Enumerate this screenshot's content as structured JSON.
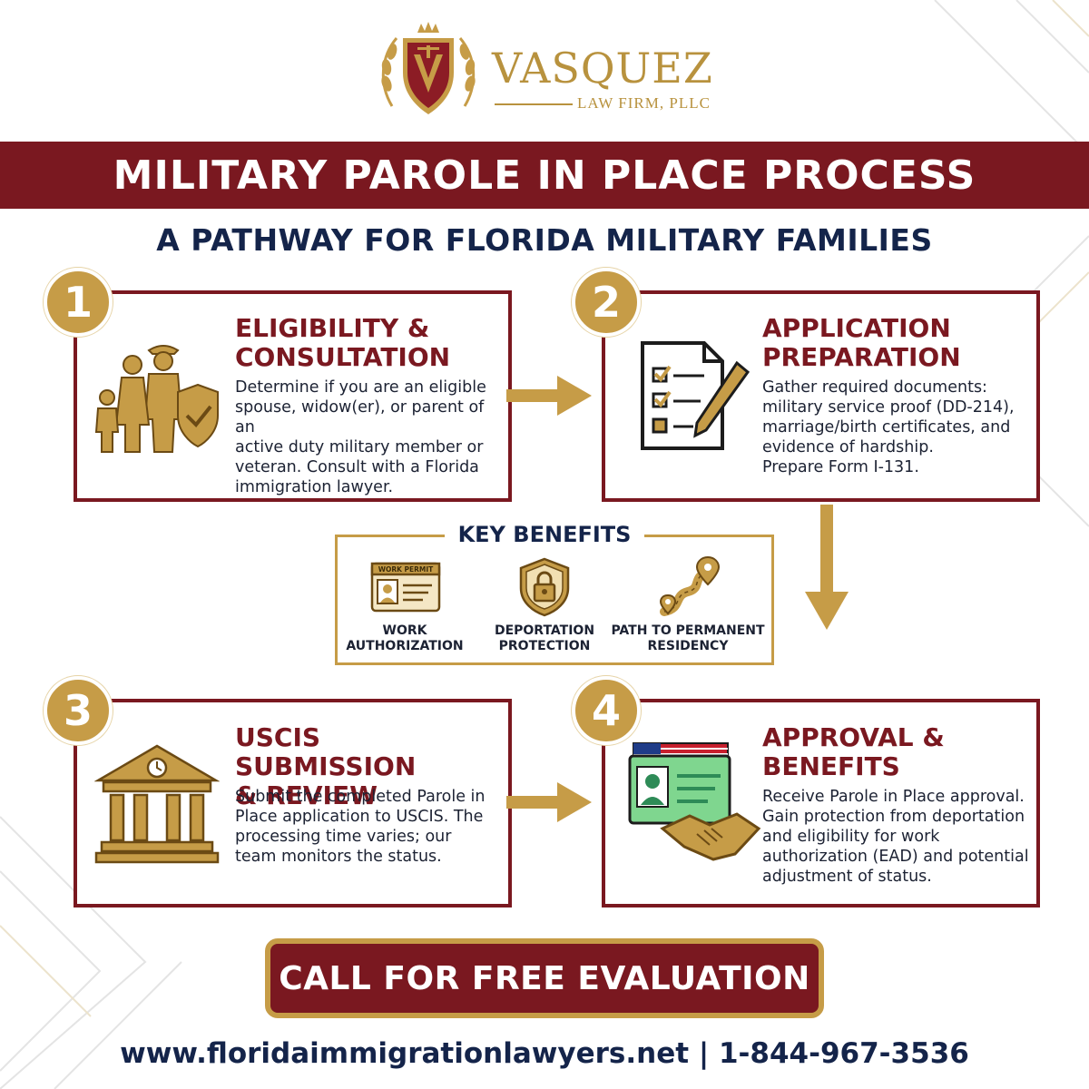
{
  "brand": {
    "name": "VASQUEZ",
    "subtitle": "LAW FIRM, PLLC"
  },
  "header": {
    "title": "MILITARY PAROLE IN PLACE PROCESS",
    "subtitle": "A PATHWAY FOR FLORIDA MILITARY FAMILIES"
  },
  "steps": [
    {
      "number": "1",
      "title_line1": "ELIGIBILITY &",
      "title_line2": "CONSULTATION",
      "lines": [
        "Determine if you are an eligible",
        "spouse, widow(er), or parent of an",
        "active duty military member or",
        "veteran. Consult with a Florida",
        "immigration lawyer."
      ],
      "icon": "family-shield-icon"
    },
    {
      "number": "2",
      "title_line1": "APPLICATION",
      "title_line2": "PREPARATION",
      "lines": [
        "Gather required documents:",
        "military service proof (DD-214),",
        "marriage/birth certificates, and",
        "evidence of hardship.",
        "Prepare Form I-131."
      ],
      "icon": "checklist-pen-icon"
    },
    {
      "number": "3",
      "title_line1": "USCIS SUBMISSION",
      "title_line2": "& REVIEW",
      "lines": [
        "Submit the completed Parole in",
        "Place application to USCIS. The",
        "processing time varies; our",
        "team monitors the status."
      ],
      "icon": "government-building-icon"
    },
    {
      "number": "4",
      "title_line1": "APPROVAL &",
      "title_line2": "BENEFITS",
      "lines": [
        "Receive Parole in Place approval.",
        "Gain protection from deportation",
        "and eligibility for work",
        "authorization (EAD) and potential",
        "adjustment of status."
      ],
      "icon": "id-card-handshake-icon"
    }
  ],
  "benefits": {
    "title": "KEY BENEFITS",
    "card_text": "WORK PERMIT",
    "items": [
      {
        "line1": "WORK",
        "line2": "AUTHORIZATION",
        "icon": "work-permit-icon"
      },
      {
        "line1": "DEPORTATION",
        "line2": "PROTECTION",
        "icon": "lock-shield-icon"
      },
      {
        "line1": "PATH TO PERMANENT",
        "line2": "RESIDENCY",
        "icon": "path-map-pin-icon"
      }
    ]
  },
  "cta": {
    "label": "CALL FOR FREE EVALUATION"
  },
  "contact": {
    "text": "www.floridaimmigrationlawyers.net | 1-844-967-3536"
  },
  "colors": {
    "maroon": "#7a1820",
    "gold": "#c69c47",
    "navy": "#14244a",
    "green": "#5fbf7a"
  }
}
